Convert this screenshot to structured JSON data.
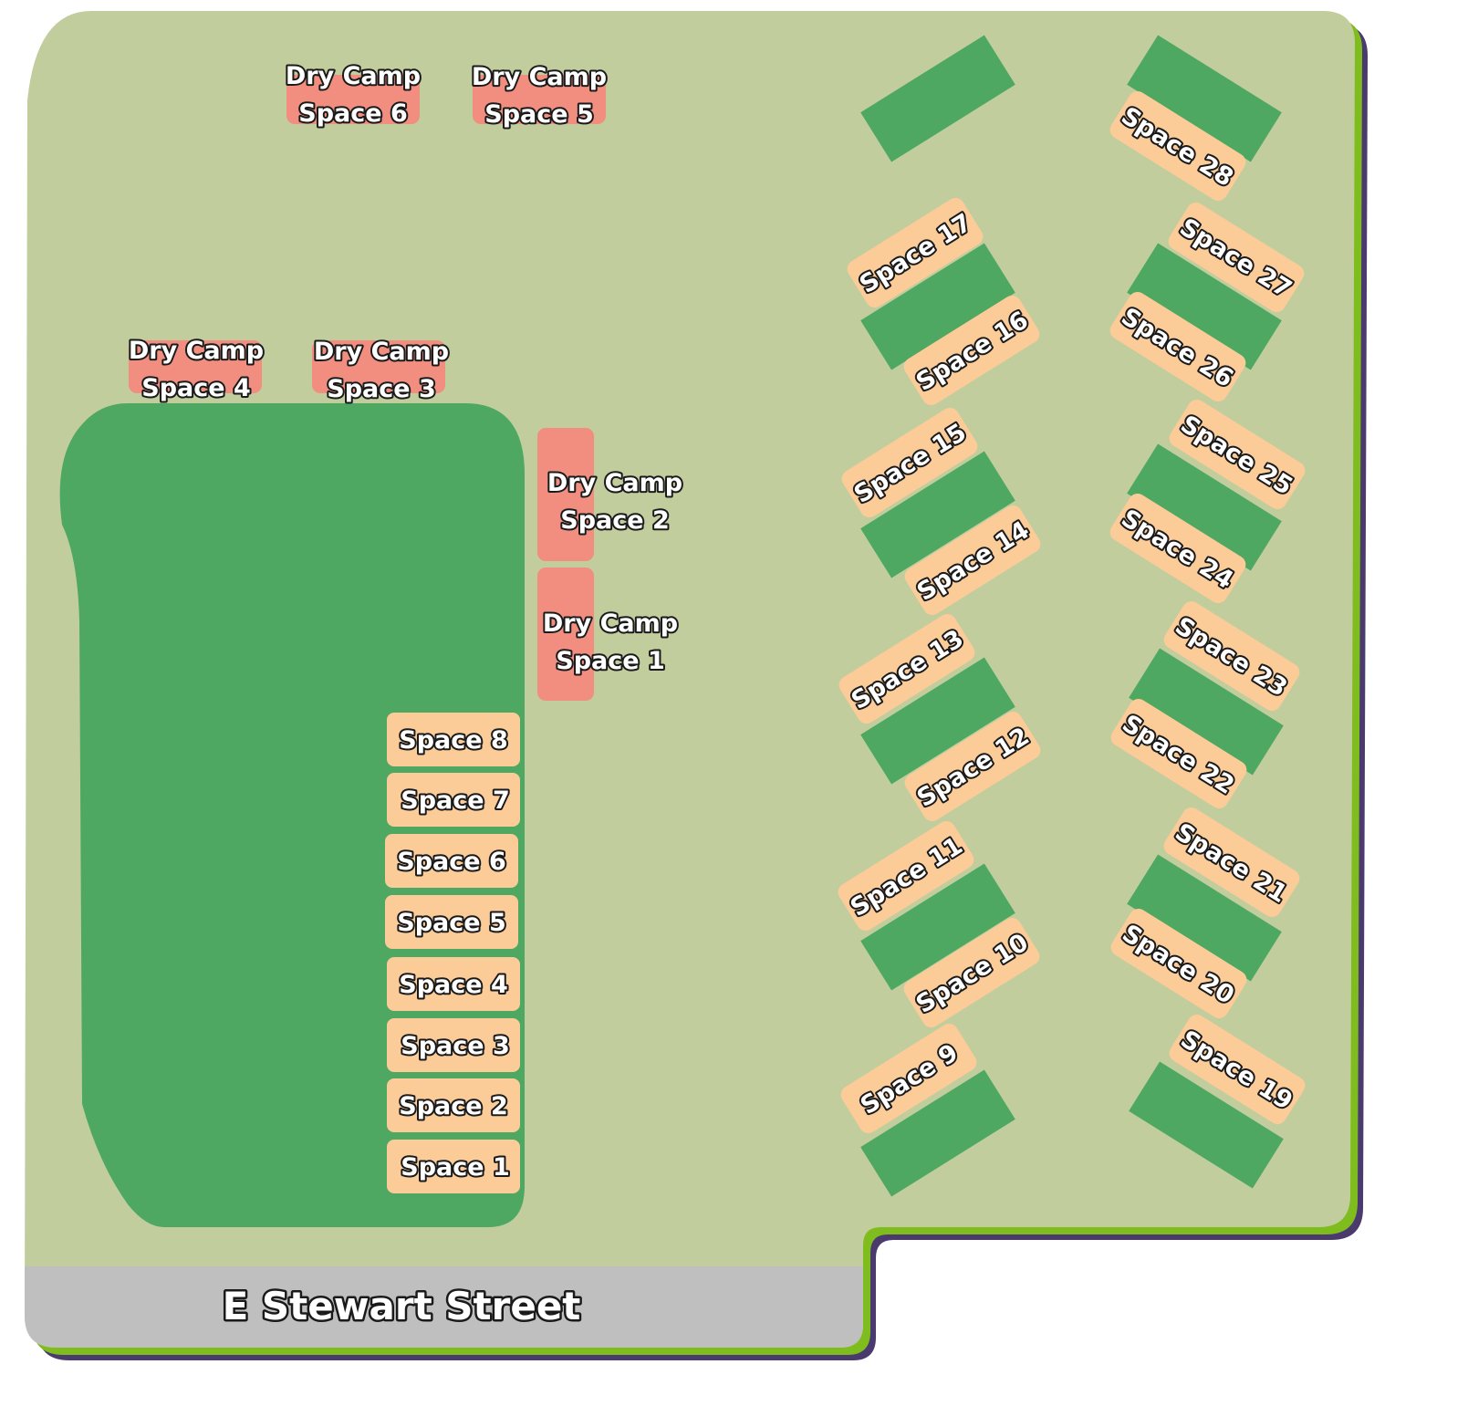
{
  "street": {
    "name": "E Stewart Street"
  },
  "colors": {
    "lot": "#c2cd9e",
    "border_outer": "#4b3a6e",
    "border_inner": "#7fbc1e",
    "green_area": "#4fa862",
    "space_pad": "#fbcb98",
    "dry_camp_pad": "#f28e80",
    "street": "#bfbfbf"
  },
  "spaces": [
    {
      "label": "Space 1",
      "group": "west-row"
    },
    {
      "label": "Space 2",
      "group": "west-row"
    },
    {
      "label": "Space 3",
      "group": "west-row"
    },
    {
      "label": "Space 4",
      "group": "west-row"
    },
    {
      "label": "Space 5",
      "group": "west-row"
    },
    {
      "label": "Space 6",
      "group": "west-row"
    },
    {
      "label": "Space 7",
      "group": "west-row"
    },
    {
      "label": "Space 8",
      "group": "west-row"
    },
    {
      "label": "Space 9",
      "group": "center-column"
    },
    {
      "label": "Space 10",
      "group": "center-column"
    },
    {
      "label": "Space 11",
      "group": "center-column"
    },
    {
      "label": "Space 12",
      "group": "center-column"
    },
    {
      "label": "Space 13",
      "group": "center-column"
    },
    {
      "label": "Space 14",
      "group": "center-column"
    },
    {
      "label": "Space 15",
      "group": "center-column"
    },
    {
      "label": "Space 16",
      "group": "center-column"
    },
    {
      "label": "Space 17",
      "group": "center-column"
    },
    {
      "label": "Space 19",
      "group": "east-column"
    },
    {
      "label": "Space 20",
      "group": "east-column"
    },
    {
      "label": "Space 21",
      "group": "east-column"
    },
    {
      "label": "Space 22",
      "group": "east-column"
    },
    {
      "label": "Space 23",
      "group": "east-column"
    },
    {
      "label": "Space 24",
      "group": "east-column"
    },
    {
      "label": "Space 25",
      "group": "east-column"
    },
    {
      "label": "Space 26",
      "group": "east-column"
    },
    {
      "label": "Space 27",
      "group": "east-column"
    },
    {
      "label": "Space 28",
      "group": "east-column"
    }
  ],
  "dry_camp": [
    {
      "line1": "Dry Camp",
      "line2": "Space 1"
    },
    {
      "line1": "Dry Camp",
      "line2": "Space 2"
    },
    {
      "line1": "Dry Camp",
      "line2": "Space 3"
    },
    {
      "line1": "Dry Camp",
      "line2": "Space 4"
    },
    {
      "line1": "Dry Camp",
      "line2": "Space 5"
    },
    {
      "line1": "Dry Camp",
      "line2": "Space 6"
    }
  ]
}
